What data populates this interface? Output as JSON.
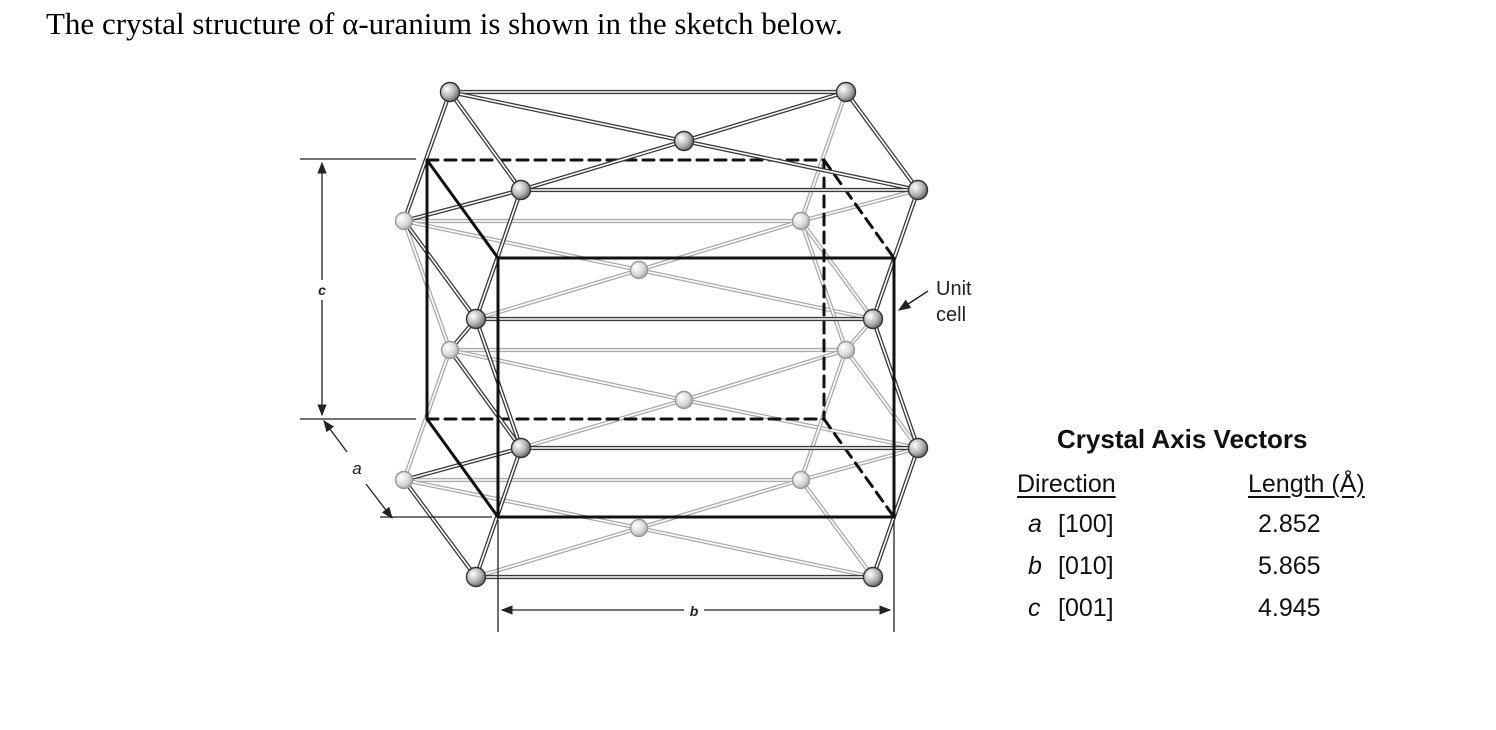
{
  "intro_prefix": "The crystal structure of ",
  "intro_symbol": "α",
  "intro_suffix": "-uranium is shown in the sketch below.",
  "diagram": {
    "labels": {
      "c": "c",
      "a": "a",
      "b": "b",
      "unit_cell_line1": "Unit",
      "unit_cell_line2": "cell"
    },
    "colors": {
      "front": "#3a3a3a",
      "back": "#ababab",
      "cell": "#111111"
    }
  },
  "table": {
    "title": "Crystal Axis Vectors",
    "headers": [
      "Direction",
      "Length (Å)"
    ],
    "rows": [
      {
        "axis": "a",
        "index": "[100]",
        "length": "2.852"
      },
      {
        "axis": "b",
        "index": "[010]",
        "length": "5.865"
      },
      {
        "axis": "c",
        "index": "[001]",
        "length": "4.945"
      }
    ]
  }
}
